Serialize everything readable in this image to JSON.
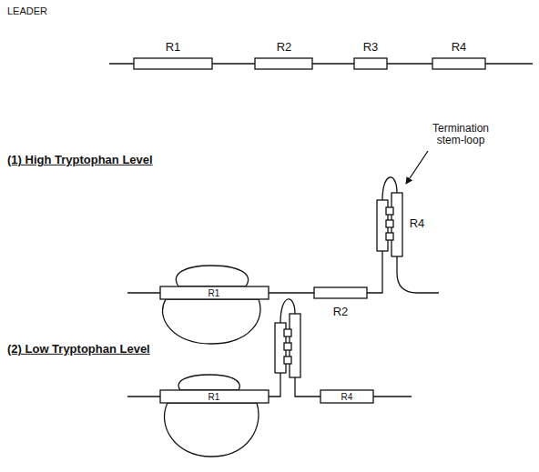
{
  "diagram": {
    "labels": [
      "LEADER",
      "R1",
      "R2",
      "R3",
      "R4",
      "(1) High Tryptophan Level",
      "R1",
      "R2",
      "R4",
      "Termination stem-loop",
      "(2) Low Tryptophan Level",
      "R1",
      "R4"
    ]
  }
}
